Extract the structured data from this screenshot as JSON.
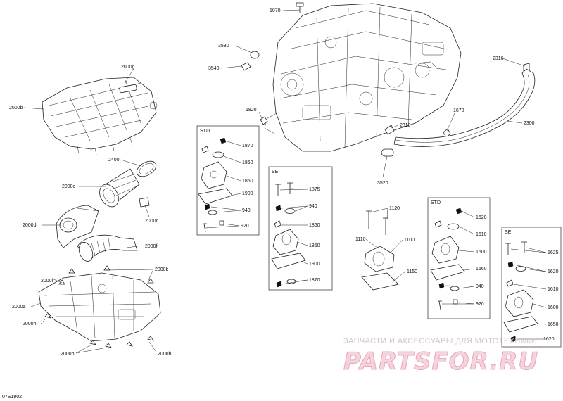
{
  "diagram": {
    "reference_code": "07S1902",
    "groups": {
      "std_left": "STD",
      "se_mid": "SE",
      "std_right": "STD",
      "se_right": "SE"
    },
    "callouts": {
      "c1070": "1070",
      "c3530": "3530",
      "c3540": "3540",
      "c2316": "2316",
      "c1820": "1820",
      "c1670": "1670",
      "c2310": "2310",
      "c2300": "2300",
      "c3520": "3520",
      "c2000g": "2000g",
      "c2000b": "2000b",
      "c2400": "2400",
      "c2000e": "2000e",
      "c2000c": "2000c",
      "c2000d": "2000d",
      "c2000f": "2000f",
      "c2000k": "2000k",
      "c2000i": "2000i",
      "c2000a": "2000a",
      "c2000h_l": "2000h",
      "c2000h_b": "2000h",
      "c2000h_r": "2000h",
      "s1_1870a": "1870",
      "s1_1860": "1860",
      "s1_1850": "1850",
      "s1_1900": "1900",
      "s1_940": "940",
      "s1_920": "920",
      "s2_1875": "1875",
      "s2_940": "940",
      "s2_1860": "1860",
      "s2_1850": "1850",
      "s2_1900": "1900",
      "s2_1870": "1870",
      "m_1120": "1120",
      "m_1110": "1110",
      "m_1100": "1100",
      "m_1150": "1150",
      "s3_1620": "1620",
      "s3_1610": "1610",
      "s3_1600": "1600",
      "s3_1660": "1660",
      "s3_940": "940",
      "s3_920": "920",
      "s4_1625": "1625",
      "s4_1620": "1620",
      "s4_1610": "1610",
      "s4_1600": "1600",
      "s4_1650": "1650",
      "s4_1620b": "1620"
    }
  },
  "watermark": {
    "tagline": "ЗАПЧАСТИ И АКСЕССУАРЫ ДЛЯ МОТОТЕХНИКИ",
    "brand": "PARTSFOR.RU",
    "color": "#f4d3dc"
  }
}
